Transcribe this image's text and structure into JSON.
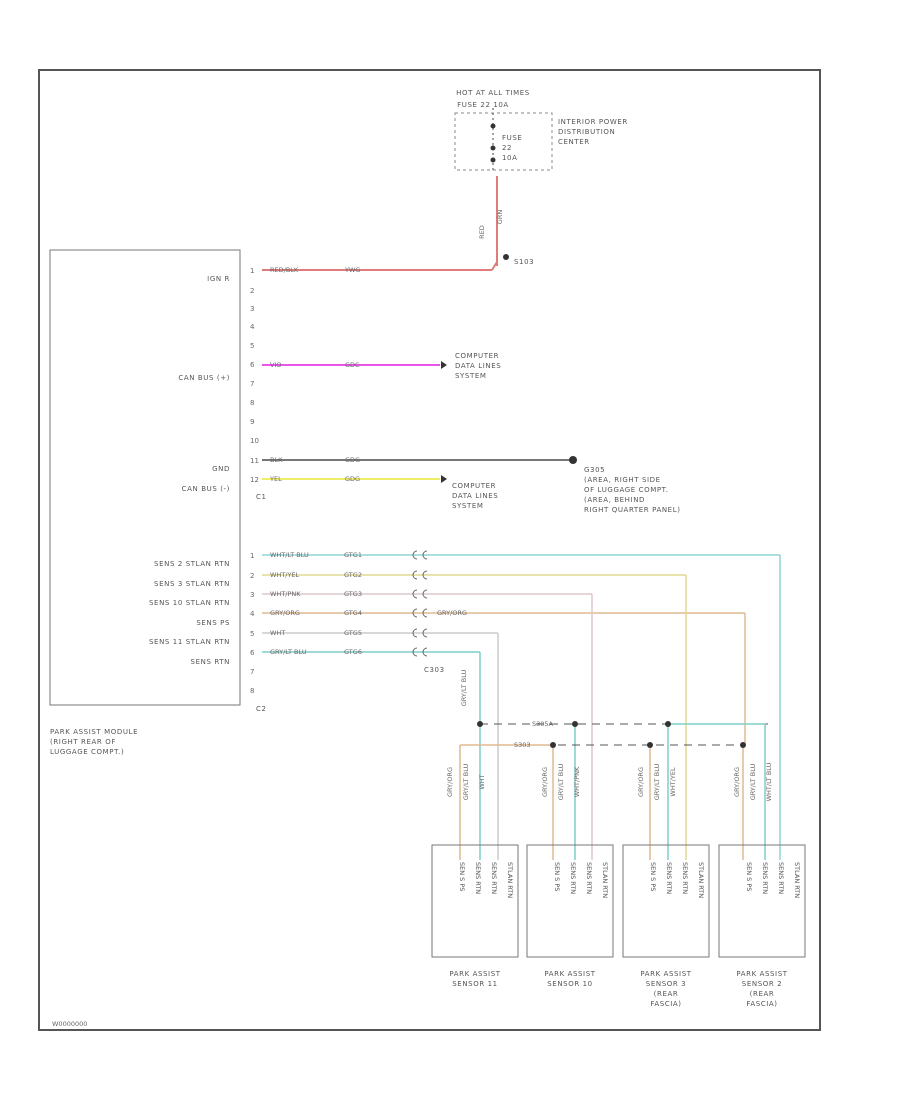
{
  "colors": {
    "frame": "#555555",
    "pwr": "#e07b7b",
    "canh": "#ea55ea",
    "gnd": "#777777",
    "canl": "#eeee66",
    "tel": "#8fd6d6",
    "yel": "#e0d890",
    "pink": "#dcc8c8",
    "org": "#e0b890",
    "gry": "#cccccc",
    "tel2": "#7fcfc8"
  },
  "fuse": {
    "title": "HOT AT ALL TIMES",
    "fuse_label": "FUSE 22 10A",
    "ipdc": [
      "INTERIOR POWER",
      "DISTRIBUTION",
      "CENTER"
    ],
    "inner": [
      "FUSE",
      "22",
      "10A"
    ],
    "wire_vertical": [
      "RED",
      "GRN"
    ],
    "splice": "S103"
  },
  "module": {
    "name": [
      "PARK ASSIST MODULE",
      "(RIGHT REAR OF",
      "LUGGAGE COMPT.)"
    ],
    "connector_c1": "C1",
    "connector_c2": "C2",
    "left_labels": {
      "ign": "IGN R",
      "canh": "CAN BUS (+)",
      "gnd": "GND",
      "canl": "CAN BUS (-)",
      "s2": "SENS 2 STLAN RTN",
      "s3": "SENS 3 STLAN RTN",
      "s10": "SENS 10 STLAN RTN",
      "pw": "SENS PS",
      "s11": "SENS 11 STLAN RTN",
      "rtn": "SENS RTN"
    },
    "c1_pins": [
      "1",
      "2",
      "3",
      "4",
      "5",
      "6",
      "7",
      "8",
      "9",
      "10",
      "11",
      "12"
    ],
    "c2_pins": [
      "1",
      "2",
      "3",
      "4",
      "5",
      "6",
      "7",
      "8"
    ]
  },
  "wires": {
    "ign": [
      "RED/BLK",
      "YWG"
    ],
    "canh": [
      "VIO",
      "GDC"
    ],
    "gnd": [
      "BLK",
      "GDG"
    ],
    "canl": [
      "YEL",
      "GDG"
    ],
    "s2": [
      "WHT/LT BLU",
      "GTG1"
    ],
    "s3": [
      "WHT/YEL",
      "GTG2"
    ],
    "s10": [
      "WHT/PNK",
      "GTG3"
    ],
    "pw": [
      "GRY/ORG",
      "GTG4",
      "GRY/ORG"
    ],
    "s11": [
      "WHT",
      "GTG5"
    ],
    "rtn": [
      "GRY/LT BLU",
      "GTG6"
    ]
  },
  "destinations": {
    "cdls1": [
      "COMPUTER",
      "DATA LINES",
      "SYSTEM"
    ],
    "g": [
      "G305",
      "(AREA, RIGHT SIDE",
      "OF LUGGAGE COMPT.",
      "(AREA, BEHIND",
      "RIGHT QUARTER PANEL)"
    ],
    "cdls2": [
      "COMPUTER",
      "DATA LINES",
      "SYSTEM"
    ]
  },
  "lower": {
    "connector": "C303",
    "vwire": "GRY/LT BLU",
    "splice1": "S305A",
    "splice2": "S303"
  },
  "sensors": [
    {
      "name": [
        "PARK ASSIST",
        "SENSOR 11"
      ],
      "pins": [
        "SEN S PS",
        "SENS RTN",
        "SENS RTN",
        "STLAN RTN"
      ],
      "wires": [
        "GRY/ORG",
        "GRY/LT BLU",
        "WHT"
      ]
    },
    {
      "name": [
        "PARK ASSIST",
        "SENSOR 10"
      ],
      "pins": [
        "SEN S PS",
        "SENS RTN",
        "SENS RTN",
        "STLAN RTN"
      ],
      "wires": [
        "GRY/ORG",
        "GRY/LT BLU",
        "WHT/PNK"
      ]
    },
    {
      "name": [
        "PARK ASSIST",
        "SENSOR 3",
        "(REAR",
        "FASCIA)"
      ],
      "pins": [
        "SEN S PS",
        "SENS RTN",
        "SENS RTN",
        "STLAN RTN"
      ],
      "wires": [
        "GRY/ORG",
        "GRY/LT BLU",
        "WHT/YEL"
      ]
    },
    {
      "name": [
        "PARK ASSIST",
        "SENSOR 2",
        "(REAR",
        "FASCIA)"
      ],
      "pins": [
        "SEN S PS",
        "SENS RTN",
        "SENS RTN",
        "STLAN RTN"
      ],
      "wires": [
        "GRY/ORG",
        "GRY/LT BLU",
        "WHT/LT BLU"
      ]
    }
  ],
  "footer": {
    "code": "W0000000"
  }
}
